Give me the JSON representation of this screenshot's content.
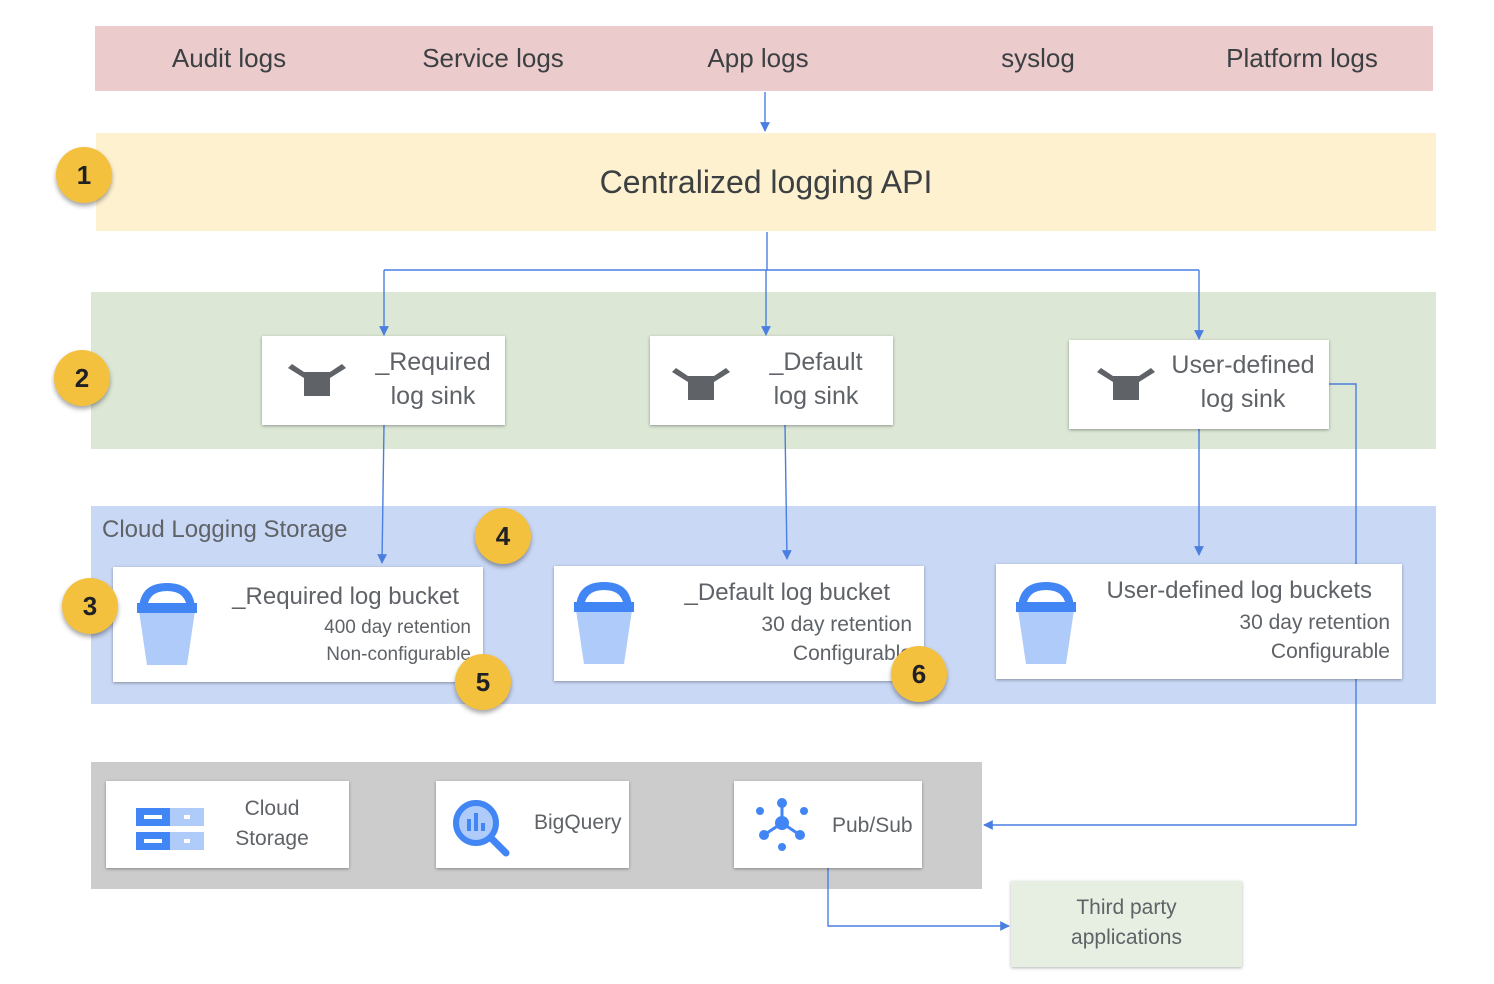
{
  "sources": [
    "Audit logs",
    "Service logs",
    "App logs",
    "syslog",
    "Platform logs"
  ],
  "api": {
    "label": "Centralized logging API"
  },
  "sinks": [
    {
      "line1": "_Required",
      "line2": "log sink"
    },
    {
      "line1": "_Default",
      "line2": "log sink"
    },
    {
      "line1": "User-defined",
      "line2": "log sink"
    }
  ],
  "storage": {
    "label": "Cloud Logging Storage",
    "buckets": [
      {
        "title": "_Required log bucket",
        "retention": "400 day retention",
        "config": "Non-configurable"
      },
      {
        "title": "_Default log bucket",
        "retention": "30 day retention",
        "config": "Configurable"
      },
      {
        "title": "User-defined log buckets",
        "retention": "30 day retention",
        "config": "Configurable"
      }
    ]
  },
  "destinations": [
    {
      "line1": "Cloud",
      "line2": "Storage",
      "icon": "cloud-storage-icon"
    },
    {
      "label": "BigQuery",
      "icon": "bigquery-icon"
    },
    {
      "label": "Pub/Sub",
      "icon": "pubsub-icon"
    }
  ],
  "third_party": {
    "line1": "Third party",
    "line2": "applications"
  },
  "badges": [
    "1",
    "2",
    "3",
    "4",
    "5",
    "6"
  ],
  "colors": {
    "sources_band": "#ebcbcb",
    "api_band": "#fdf1cf",
    "sinks_band": "#dce7d5",
    "storage_band": "#c9d8f5",
    "destinations_band": "#cccccc",
    "badge": "#f4c13f",
    "connector": "#4a7fe0"
  }
}
